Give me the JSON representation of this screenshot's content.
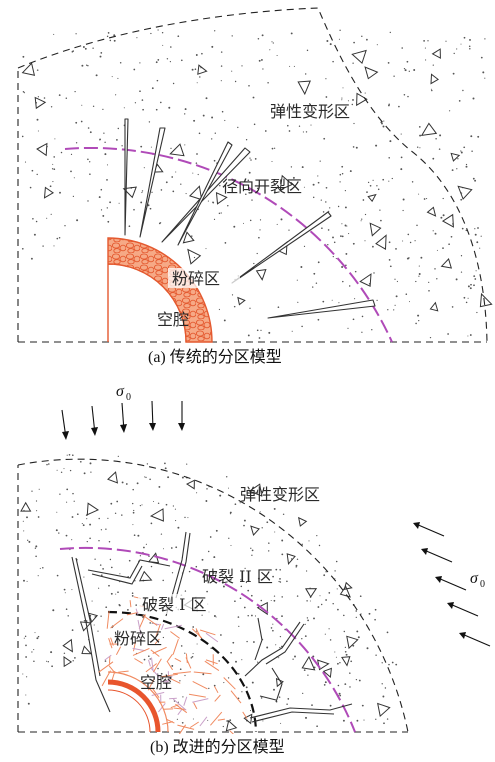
{
  "diagram_a": {
    "elastic_zone": "弹性变形区",
    "radial_crack_zone": "径向开裂区",
    "crushed_zone": "粉碎区",
    "cavity": "空腔",
    "caption": "(a) 传统的分区模型"
  },
  "diagram_b": {
    "stress_symbol": "σ",
    "stress_subscript": "0",
    "elastic_zone": "弹性变形区",
    "fracture_zone_2": "破裂 II 区",
    "fracture_zone_1": "破裂 I 区",
    "crushed_zone": "粉碎区",
    "cavity": "空腔",
    "caption": "(b) 改进的分区模型"
  },
  "colors": {
    "crushed_fill": "#f29a78",
    "crushed_edge": "#e8552d",
    "boundary_purple": "#b04ab8",
    "line": "#222222"
  }
}
